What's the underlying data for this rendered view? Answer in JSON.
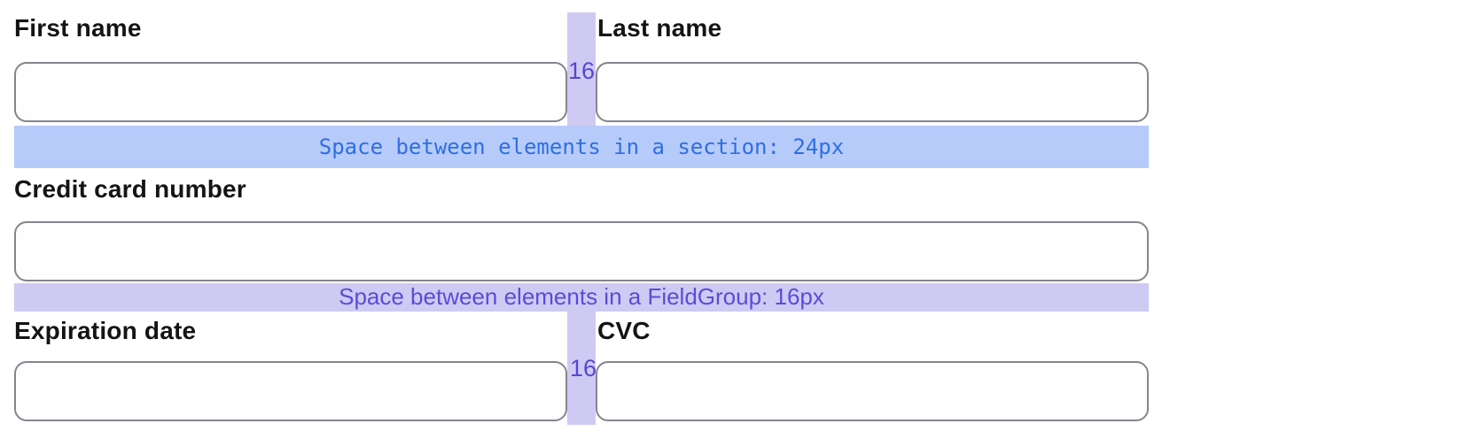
{
  "colors": {
    "gap_highlight_bg": "#cfcaf3",
    "section_spacer_bg": "#b7cbfa",
    "section_spacer_text": "#2e6fe2",
    "group_spacer_text": "#5b4cd6",
    "gap_number_text": "#5747d0",
    "label_text": "#141417",
    "input_border": "#85858f"
  },
  "section": {
    "name_row": {
      "first_name_label": "First name",
      "last_name_label": "Last name",
      "gap_size": "16"
    },
    "section_spacer_label": "Space between elements in a section: 24px"
  },
  "field_group": {
    "credit_card_label": "Credit card number",
    "group_spacer_label": "Space between elements in a FieldGroup: 16px",
    "payment_row": {
      "expiration_label": "Expiration date",
      "cvc_label": "CVC",
      "gap_size": "16"
    }
  }
}
